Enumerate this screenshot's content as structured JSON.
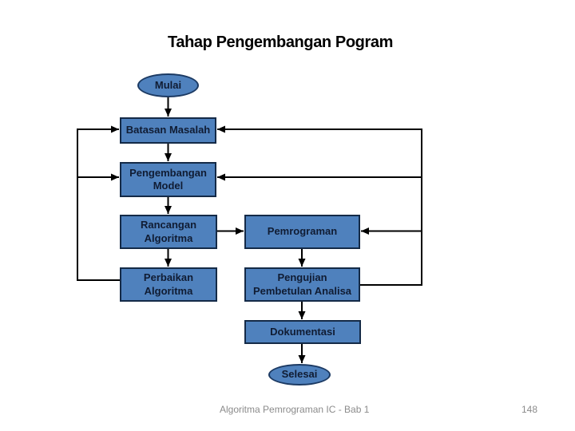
{
  "slide": {
    "title": "Tahap Pengembangan Pogram",
    "footer": {
      "left": "Algoritma Pemrograman IC - Bab 1",
      "page": "148"
    }
  },
  "flowchart": {
    "nodes": {
      "mulai": {
        "label": "Mulai",
        "shape": "ellipse"
      },
      "batasan": {
        "label": "Batasan Masalah",
        "shape": "rect"
      },
      "pengembangan": {
        "label": "Pengembangan Model",
        "shape": "rect"
      },
      "rancangan": {
        "label": "Rancangan Algoritma",
        "shape": "rect"
      },
      "perbaikan": {
        "label": "Perbaikan Algoritma",
        "shape": "rect"
      },
      "pemrograman": {
        "label": "Pemrograman",
        "shape": "rect"
      },
      "pengujian": {
        "label": "Pengujian Pembetulan Analisa",
        "shape": "rect"
      },
      "dokumentasi": {
        "label": "Dokumentasi",
        "shape": "rect"
      },
      "selesai": {
        "label": "Selesai",
        "shape": "ellipse"
      }
    },
    "colors": {
      "node_fill": "#4f81bd",
      "node_border": "#142a47",
      "node_text": "#101c33",
      "connector": "#000000",
      "footer_text": "#8b8b8b"
    }
  }
}
